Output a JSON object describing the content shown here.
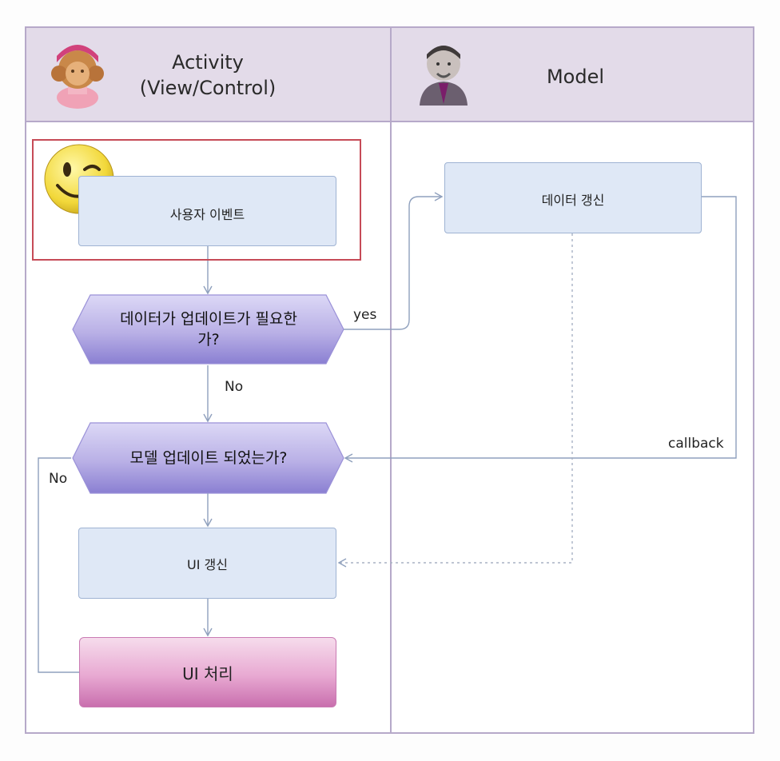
{
  "lanes": {
    "activity": {
      "title_line1": "Activity",
      "title_line2": "(View/Control)",
      "avatar_icon": "user-avatar-icon"
    },
    "model": {
      "title": "Model",
      "avatar_icon": "manager-avatar-icon"
    }
  },
  "nodes": {
    "user_event": "사용자 이벤트",
    "data_update_needed_line1": "데이터가 업데이트가 필요한",
    "data_update_needed_line2": "가?",
    "model_updated": "모델 업데이트 되었는가?",
    "ui_refresh": "UI 갱신",
    "ui_process": "UI 처리",
    "data_refresh": "데이터 갱신"
  },
  "edge_labels": {
    "yes": "yes",
    "no_down": "No",
    "no_loop": "No",
    "callback": "callback"
  },
  "colors": {
    "lane_header": "#e3dbe9",
    "process_box": "#dfe8f6",
    "decision_fill": "#b9b0e6",
    "ui_process_fill": "#e8a9d2",
    "highlight_border": "#c64b57"
  },
  "icons": {
    "wink": "wink-smiley-icon"
  }
}
